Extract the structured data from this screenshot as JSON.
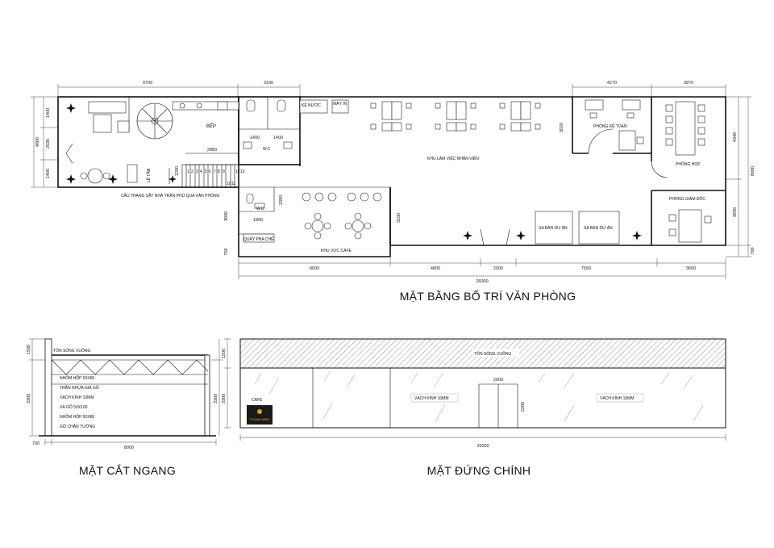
{
  "titles": {
    "plan": "MẶT BẰNG BỐ TRÍ VĂN PHÒNG",
    "section": "MẶT CẮT NGANG",
    "elevation": "MẶT ĐỨNG CHÍNH"
  },
  "plan": {
    "top_dims": [
      "9700",
      "3100",
      "4270",
      "3870"
    ],
    "bottom_dims": [
      "8000",
      "4800",
      "2000",
      "7550",
      "3650"
    ],
    "total_dim": "26000",
    "left_dims": [
      "1400",
      "2030",
      "1400",
      "4800"
    ],
    "right_dims": [
      "4340",
      "3990",
      "8000",
      "700"
    ],
    "inner_dims": [
      "1400",
      "1400",
      "2880",
      "1200",
      "3300",
      "1800",
      "3000",
      "700",
      "3020",
      "3100"
    ],
    "stair_numbers": [
      "1",
      "2",
      "3",
      "4",
      "5",
      "6",
      "7",
      "8",
      "9",
      "10",
      "11",
      "12",
      "13"
    ],
    "rooms": {
      "kitchen": "BẾP",
      "reception": "LỄ TÂN",
      "wc_top": "W.C",
      "wc_bottom": "W.C",
      "water_shelf": "KỆ NƯỚC",
      "printer": "MÁY IN",
      "staff_area": "KHU LÀM VIỆC NHÂN VIÊN",
      "accountant": "PHÒNG KẾ TOÁN",
      "meeting": "PHÒNG HỌP",
      "director": "PHÒNG GIÁM ĐỐC",
      "cafe_area": "KHU VỰC CAFE",
      "bar": "QUẦY PHA CHẾ",
      "model_1": "SA BÀN DỰ ÁN",
      "model_2": "SA BÀN DỰ ÁN",
      "stair_note": "CẦU THANG SẮT NHÀ TRẦN PHÚ QUA VĂN PHÒNG"
    }
  },
  "section": {
    "labels": [
      "TÔN SÓNG VUÔNG",
      "NHÔM HỘP 50X80",
      "TRẦN NHỰA GIẢ GỖ",
      "VÁCH KÍNH 10MM",
      "XÀ GỒ 50X100",
      "NHÔM HỘP 50X80",
      "GỜ CHÂN TƯỜNG"
    ],
    "dims": [
      "1500",
      "3300",
      "3300",
      "700",
      "8000"
    ]
  },
  "elevation": {
    "roof_label": "TÔN SÓNG VUÔNG",
    "cafe_label": "CAFE",
    "logo_text": "THANH NIÊN",
    "glass_left": "VÁCH KÍNH 10MM",
    "glass_right": "VÁCH KÍNH 10MM",
    "door_width": "2000",
    "door_height": "2200",
    "total_dim": "26000"
  }
}
